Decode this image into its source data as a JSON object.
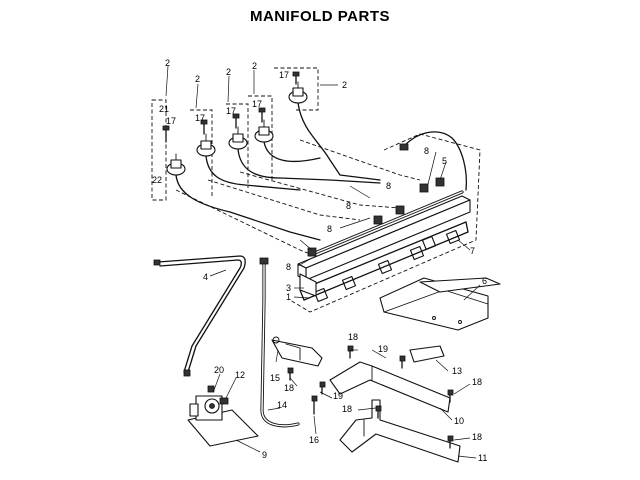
{
  "title": "MANIFOLD PARTS",
  "callouts": {
    "c2a": "2",
    "c2b": "2",
    "c2c": "2",
    "c2d": "2",
    "c2e": "2",
    "c21": "21",
    "c17a": "17",
    "c17b": "17",
    "c17c": "17",
    "c17d": "17",
    "c17e": "17",
    "c22": "22",
    "c8a": "8",
    "c8b": "8",
    "c8c": "8",
    "c8d": "8",
    "c8e": "8",
    "c5": "5",
    "c7": "7",
    "c6": "6",
    "c3": "3",
    "c1": "1",
    "c4": "4",
    "c18a": "18",
    "c18b": "18",
    "c18c": "18",
    "c18d": "18",
    "c18e": "18",
    "c19a": "19",
    "c19b": "19",
    "c13": "13",
    "c10": "10",
    "c11": "11",
    "c15": "15",
    "c14": "14",
    "c16": "16",
    "c20": "20",
    "c12": "12",
    "c9": "9"
  }
}
